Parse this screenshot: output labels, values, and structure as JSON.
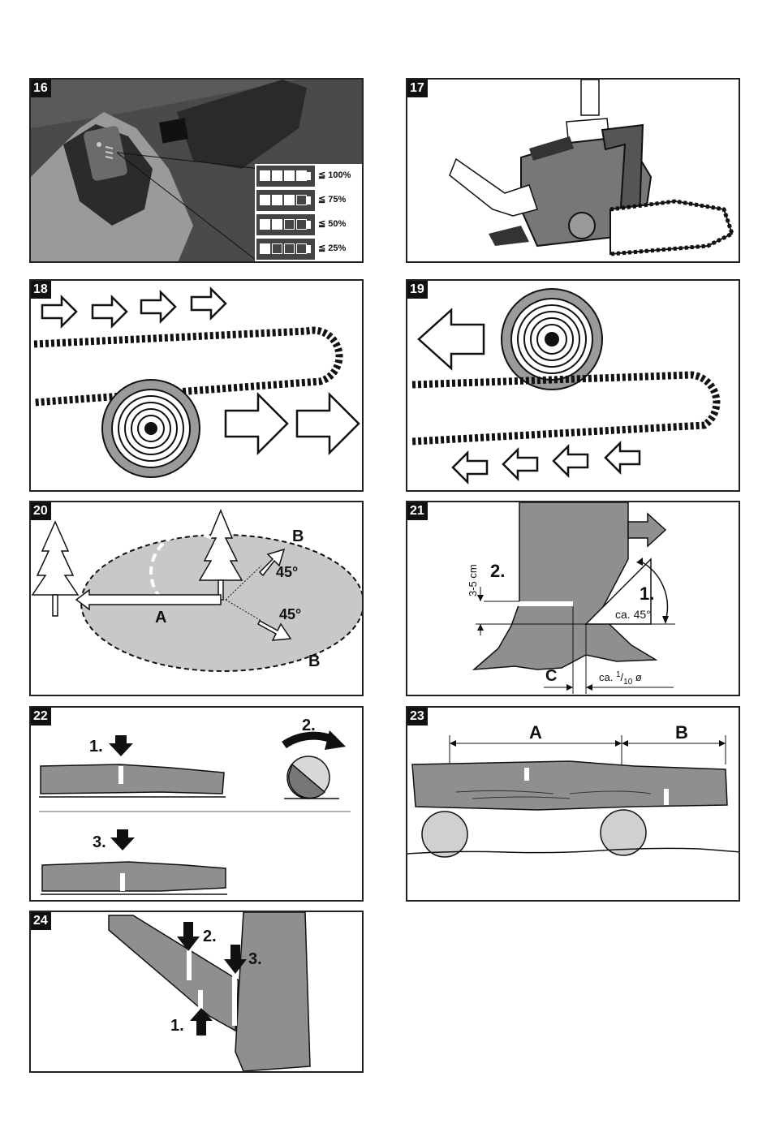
{
  "figures": [
    {
      "number": "16"
    },
    {
      "number": "17"
    },
    {
      "number": "18"
    },
    {
      "number": "19"
    },
    {
      "number": "20",
      "labels": {
        "a": "A",
        "b_top": "B",
        "b_bottom": "B",
        "angle_top": "45°",
        "angle_bottom": "45°"
      }
    },
    {
      "number": "21",
      "labels": {
        "step2": "2.",
        "step1": "1.",
        "height": "3-5 cm",
        "angle": "ca. 45°",
        "c": "C",
        "ratio_prefix": "ca. ",
        "ratio_num": "1",
        "ratio_slash": "/",
        "ratio_den": "10",
        "ratio_suffix": " ø"
      }
    },
    {
      "number": "22",
      "labels": {
        "step1": "1.",
        "step2": "2.",
        "step3": "3."
      }
    },
    {
      "number": "23",
      "labels": {
        "a": "A",
        "b": "B"
      }
    },
    {
      "number": "24",
      "labels": {
        "step1": "1.",
        "step2": "2.",
        "step3": "3."
      }
    }
  ],
  "battery_levels": [
    {
      "symbol": "≦",
      "text": "100%"
    },
    {
      "symbol": "≦",
      "text": "75%"
    },
    {
      "symbol": "≦",
      "text": "50%"
    },
    {
      "symbol": "≦",
      "text": "25%"
    }
  ],
  "battery_segments_filled": [
    4,
    3,
    2,
    1
  ],
  "colors": {
    "wood": "#8f8f8f",
    "light_wood": "#bdbdbd",
    "field": "#c8c8c8",
    "dark": "#1a1a1a"
  }
}
